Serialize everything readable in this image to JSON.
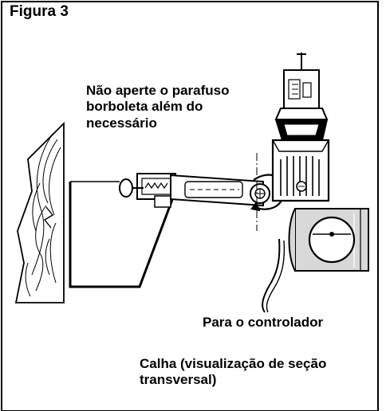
{
  "figure": {
    "title": "Figura 3",
    "warning_text": "Não aperte o parafuso borboleta além do necessário",
    "controller_label": "Para o controlador",
    "gutter_label": "Calha (visualização de seção transversal)"
  },
  "colors": {
    "ink": "#000000",
    "background": "#ffffff",
    "tube_fill": "#d8d8d8"
  }
}
